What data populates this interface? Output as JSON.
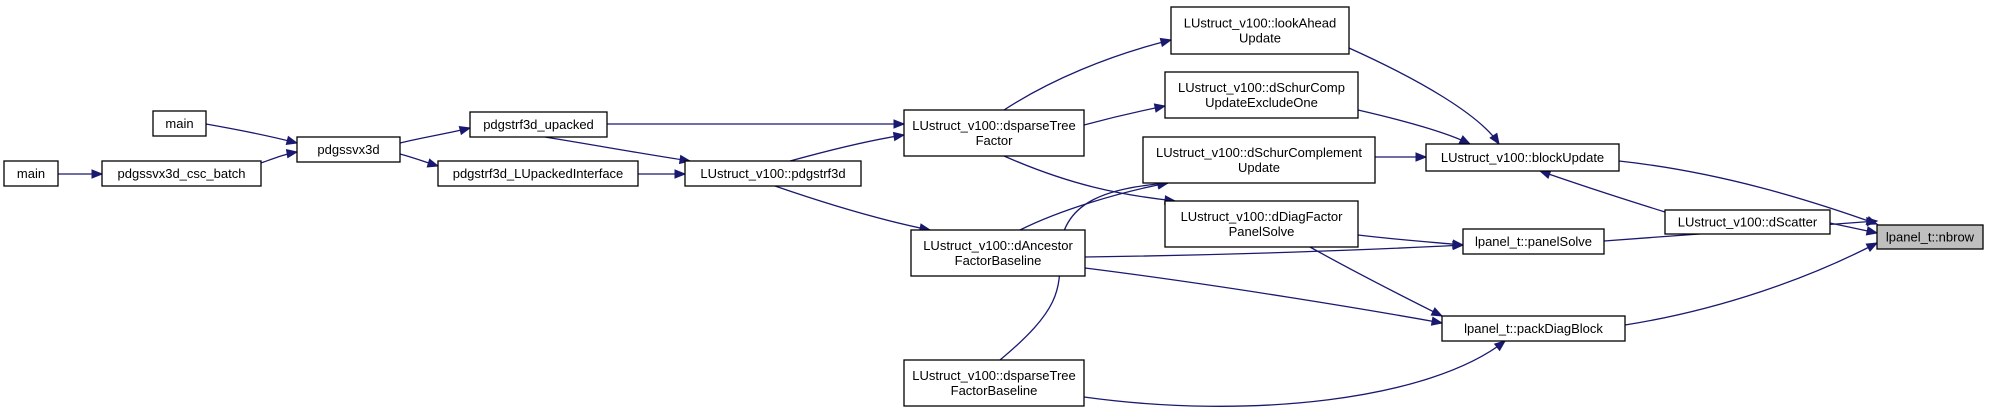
{
  "colors": {
    "edge": "#191970",
    "focus_fill": "#bfbfbf",
    "node_fill": "#ffffff",
    "node_stroke": "#000000"
  },
  "nodes": [
    {
      "id": "nbrow",
      "lines": [
        "lpanel_t::nbrow"
      ],
      "focus": true
    },
    {
      "id": "blockUpdate",
      "lines": [
        "LUstruct_v100::blockUpdate"
      ]
    },
    {
      "id": "dScatter",
      "lines": [
        "LUstruct_v100::dScatter"
      ]
    },
    {
      "id": "panelSolve",
      "lines": [
        "lpanel_t::panelSolve"
      ]
    },
    {
      "id": "packDiagBlock",
      "lines": [
        "lpanel_t::packDiagBlock"
      ]
    },
    {
      "id": "lookAhead",
      "lines": [
        "LUstruct_v100::lookAhead",
        "Update"
      ]
    },
    {
      "id": "dSchurExcl",
      "lines": [
        "LUstruct_v100::dSchurComp",
        "UpdateExcludeOne"
      ]
    },
    {
      "id": "dSchurComplement",
      "lines": [
        "LUstruct_v100::dSchurComplement",
        "Update"
      ]
    },
    {
      "id": "dDiagFactor",
      "lines": [
        "LUstruct_v100::dDiagFactor",
        "PanelSolve"
      ]
    },
    {
      "id": "dsparseTree",
      "lines": [
        "LUstruct_v100::dsparseTree",
        "Factor"
      ]
    },
    {
      "id": "dAncestor",
      "lines": [
        "LUstruct_v100::dAncestor",
        "FactorBaseline"
      ]
    },
    {
      "id": "dsparseTreeBase",
      "lines": [
        "LUstruct_v100::dsparseTree",
        "FactorBaseline"
      ]
    },
    {
      "id": "pdgstrf3d",
      "lines": [
        "LUstruct_v100::pdgstrf3d"
      ]
    },
    {
      "id": "upacked",
      "lines": [
        "pdgstrf3d_upacked"
      ]
    },
    {
      "id": "LUpacked",
      "lines": [
        "pdgstrf3d_LUpackedInterface"
      ]
    },
    {
      "id": "pdgssvx3d",
      "lines": [
        "pdgssvx3d"
      ]
    },
    {
      "id": "main1",
      "lines": [
        "main"
      ]
    },
    {
      "id": "csc_batch",
      "lines": [
        "pdgssvx3d_csc_batch"
      ]
    },
    {
      "id": "main2",
      "lines": [
        "main"
      ]
    }
  ],
  "edges": [
    {
      "from": "blockUpdate",
      "to": "nbrow"
    },
    {
      "from": "dScatter",
      "to": "nbrow"
    },
    {
      "from": "panelSolve",
      "to": "nbrow"
    },
    {
      "from": "packDiagBlock",
      "to": "nbrow"
    },
    {
      "from": "lookAhead",
      "to": "blockUpdate"
    },
    {
      "from": "dSchurExcl",
      "to": "blockUpdate"
    },
    {
      "from": "dSchurComplement",
      "to": "blockUpdate"
    },
    {
      "from": "dScatter",
      "to": "blockUpdate"
    },
    {
      "from": "dDiagFactor",
      "to": "panelSolve"
    },
    {
      "from": "dAncestor",
      "to": "panelSolve"
    },
    {
      "from": "dDiagFactor",
      "to": "packDiagBlock"
    },
    {
      "from": "dAncestor",
      "to": "packDiagBlock"
    },
    {
      "from": "dsparseTreeBase",
      "to": "packDiagBlock"
    },
    {
      "from": "dsparseTree",
      "to": "lookAhead"
    },
    {
      "from": "dsparseTree",
      "to": "dSchurExcl"
    },
    {
      "from": "dAncestor",
      "to": "dSchurComplement"
    },
    {
      "from": "dsparseTreeBase",
      "to": "dSchurComplement"
    },
    {
      "from": "dsparseTree",
      "to": "dDiagFactor"
    },
    {
      "from": "pdgstrf3d",
      "to": "dsparseTree"
    },
    {
      "from": "upacked",
      "to": "dsparseTree"
    },
    {
      "from": "pdgstrf3d",
      "to": "dAncestor"
    },
    {
      "from": "upacked",
      "to": "pdgstrf3d"
    },
    {
      "from": "LUpacked",
      "to": "pdgstrf3d"
    },
    {
      "from": "pdgssvx3d",
      "to": "upacked"
    },
    {
      "from": "pdgssvx3d",
      "to": "LUpacked"
    },
    {
      "from": "main1",
      "to": "pdgssvx3d"
    },
    {
      "from": "csc_batch",
      "to": "pdgssvx3d"
    },
    {
      "from": "main2",
      "to": "csc_batch"
    }
  ]
}
